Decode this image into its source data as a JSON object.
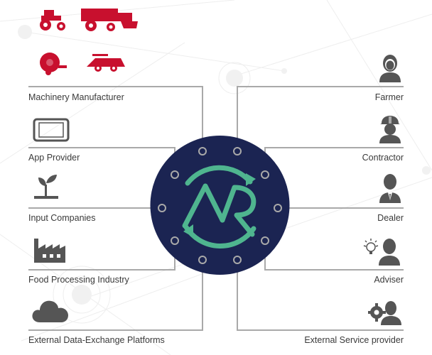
{
  "colors": {
    "hub_fill": "#1b2452",
    "hub_ring": "#4fb58f",
    "connector": "#a9a9a9",
    "label": "#3a3a3a",
    "machinery_red": "#c8102e",
    "icon_gray": "#555555"
  },
  "hub": {
    "logo_text": "AR"
  },
  "left_actors": [
    {
      "id": "machinery-manufacturer",
      "label": "Machinery Manufacturer",
      "icon": "tractor-combine-baler-icons"
    },
    {
      "id": "app-provider",
      "label": "App Provider",
      "icon": "tablet-icon"
    },
    {
      "id": "input-companies",
      "label": "Input Companies",
      "icon": "seedling-icon"
    },
    {
      "id": "food-processing-industry",
      "label": "Food Processing Industry",
      "icon": "factory-icon"
    },
    {
      "id": "external-data-exchange-platforms",
      "label": "External Data-Exchange Platforms",
      "icon": "cloud-icon"
    }
  ],
  "right_actors": [
    {
      "id": "farmer",
      "label": "Farmer",
      "icon": "farmer-icon"
    },
    {
      "id": "contractor",
      "label": "Contractor",
      "icon": "contractor-helmet-icon"
    },
    {
      "id": "dealer",
      "label": "Dealer",
      "icon": "dealer-suit-icon"
    },
    {
      "id": "adviser",
      "label": "Adviser",
      "icon": "adviser-lightbulb-icon"
    },
    {
      "id": "external-service-provider",
      "label": "External Service provider",
      "icon": "service-gear-icon"
    }
  ]
}
